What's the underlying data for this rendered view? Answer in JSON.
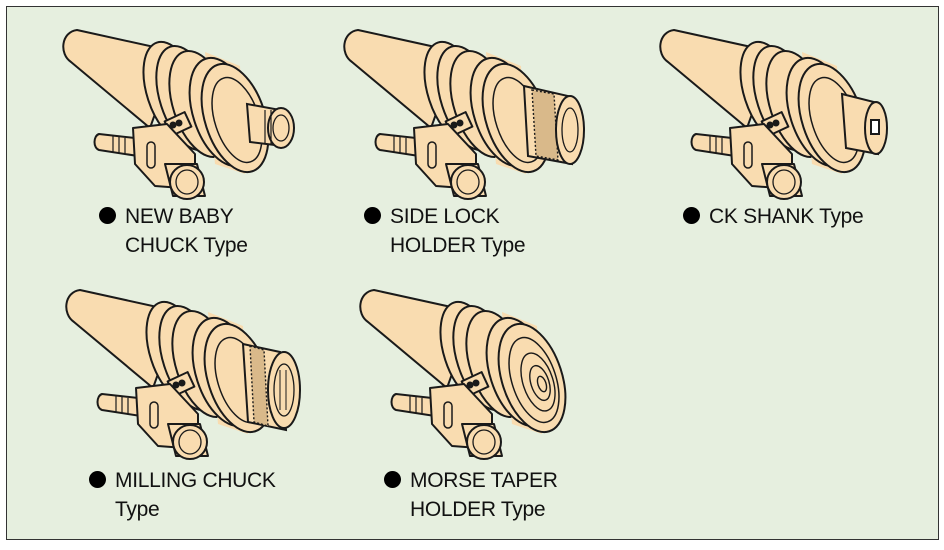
{
  "colors": {
    "background": "#e6efdf",
    "holder": "#f9dcb0",
    "outline": "#1a1a1a"
  },
  "items": [
    {
      "icon": "new-baby-chuck-holder",
      "lines": [
        "NEW BABY",
        "CHUCK Type"
      ]
    },
    {
      "icon": "side-lock-holder",
      "lines": [
        "SIDE LOCK",
        "HOLDER Type"
      ]
    },
    {
      "icon": "ck-shank-holder",
      "lines": [
        "CK SHANK Type"
      ]
    },
    {
      "icon": "milling-chuck-holder",
      "lines": [
        "MILLING CHUCK",
        "Type"
      ]
    },
    {
      "icon": "morse-taper-holder",
      "lines": [
        "MORSE TAPER",
        "HOLDER Type"
      ]
    }
  ]
}
